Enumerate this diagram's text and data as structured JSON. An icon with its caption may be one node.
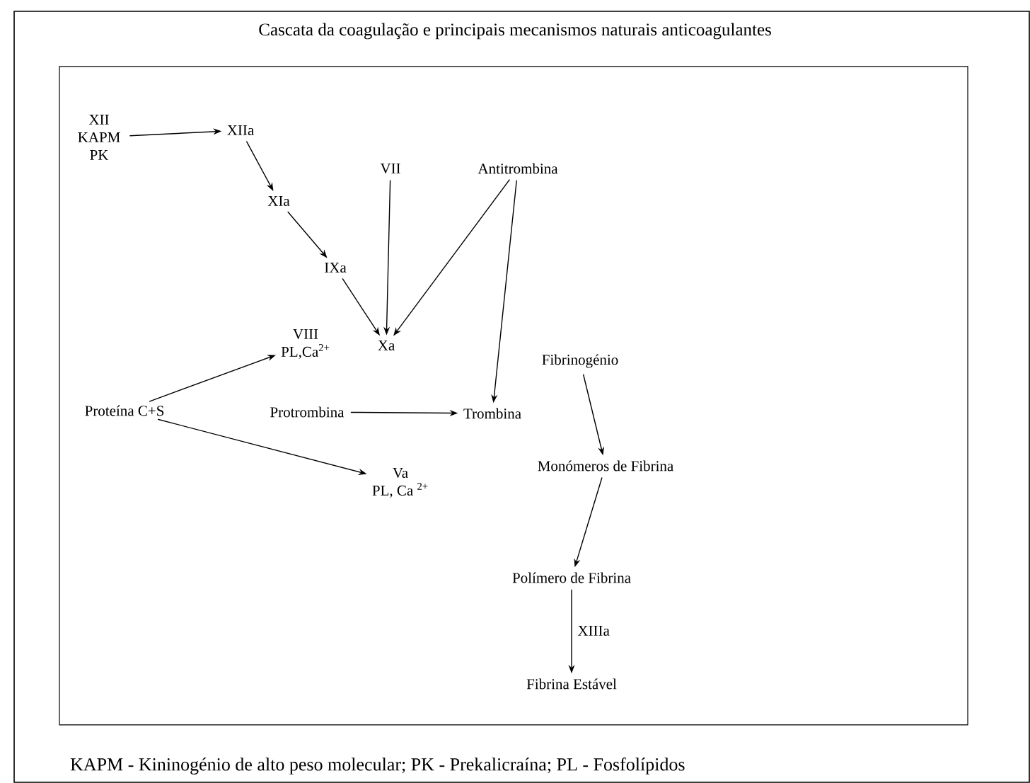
{
  "diagram": {
    "title": "Cascata da coagulação e principais mecanismos naturais anticoagulantes",
    "caption": "KAPM - Kininogénio de alto peso molecular; PK - Prekalicraína; PL - Fosfolípidos",
    "nodes": [
      {
        "text": [
          "XII KAPM PK"
        ]
      },
      {
        "text": [
          "XIIa"
        ]
      },
      {
        "text": [
          "XIa"
        ]
      },
      {
        "text": [
          "VII"
        ]
      },
      {
        "text": [
          "Antitrombina"
        ]
      },
      {
        "text": [
          "IXa"
        ]
      },
      {
        "text": [
          "VIII",
          "PL,Ca$^{2+}$"
        ]
      },
      {
        "text": [
          "Xa"
        ]
      },
      {
        "text": [
          "Fibrinogénio"
        ]
      },
      {
        "text": [
          "Proteína C+S"
        ]
      },
      {
        "text": [
          "Protrombina"
        ]
      },
      {
        "text": [
          "Trombina"
        ]
      },
      {
        "text": [
          "Va",
          "PL, Ca $^{2+}$"
        ]
      },
      {
        "text": [
          "Monómeros de Fibrina"
        ]
      },
      {
        "text": [
          "Polímero de Fibrina"
        ]
      },
      {
        "text": [
          "Fibrina Estável"
        ]
      }
    ],
    "edges": [
      {
        "from": 0,
        "to": 1,
        "arrow": "to"
      },
      {
        "from": 1,
        "to": 2,
        "arrow": "to"
      },
      {
        "from": 2,
        "to": 5,
        "arrow": "to"
      },
      {
        "from": 5,
        "to": 7,
        "arrow": "to"
      },
      {
        "from": 3,
        "to": 7,
        "arrow": "to"
      },
      {
        "from": 4,
        "to": 7,
        "arrow": "to"
      },
      {
        "from": 4,
        "to": 11,
        "arrow": "to"
      },
      {
        "from": 9,
        "to": 6,
        "arrow": "to"
      },
      {
        "from": 9,
        "to": 12,
        "arrow": "to"
      },
      {
        "from": 10,
        "to": 11,
        "arrow": "to"
      },
      {
        "from": 8,
        "to": 13,
        "arrow": "to"
      },
      {
        "from": 13,
        "to": 14,
        "arrow": "to"
      },
      {
        "from": 14,
        "to": 15,
        "arrow": "to",
        "label": "XIIIa"
      }
    ]
  }
}
